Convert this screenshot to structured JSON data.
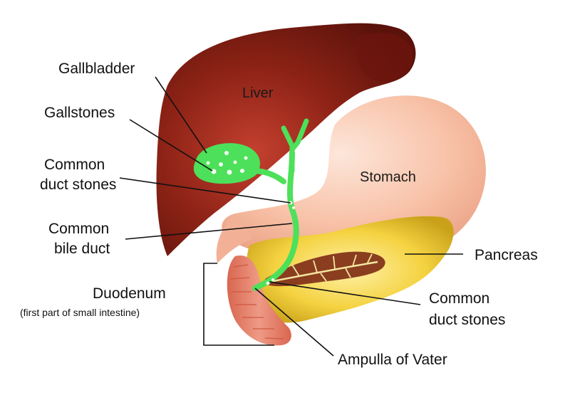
{
  "labels": {
    "liver": "Liver",
    "stomach": "Stomach",
    "gallbladder": "Gallbladder",
    "gallstones": "Gallstones",
    "common_duct_stones_left_1": "Common",
    "common_duct_stones_left_2": "duct stones",
    "common_bile_duct_1": "Common",
    "common_bile_duct_2": "bile duct",
    "duodenum": "Duodenum",
    "duodenum_note": "(first part of small intestine)",
    "pancreas": "Pancreas",
    "common_duct_stones_right_1": "Common",
    "common_duct_stones_right_2": "duct stones",
    "ampulla": "Ampulla of Vater"
  },
  "colors": {
    "liver": "#7a1a12",
    "liver_highlight": "#c0392b",
    "stomach": "#f6b89c",
    "stomach_highlight": "#fde3d6",
    "pancreas": "#f0cf3c",
    "pancreatic_duct": "#8a3e1f",
    "duodenum": "#e47f6b",
    "bile_duct": "#4de05a",
    "stones": "#f5fff5"
  }
}
